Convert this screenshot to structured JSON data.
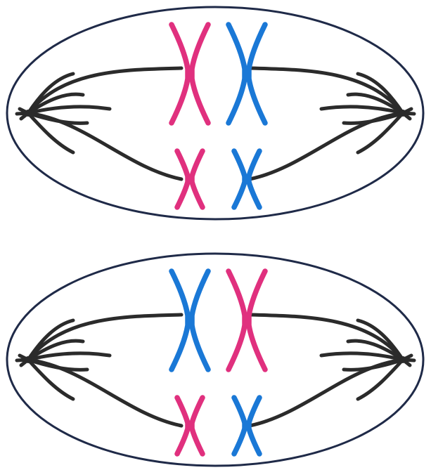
{
  "colors": {
    "background": "#ffffff",
    "cell_outline": "#1f2a48",
    "spindle": "#2b2b2b",
    "chromosome_pink": "#e0307e",
    "chromosome_blue": "#1a78d6"
  },
  "cells": [
    {
      "name": "top-cell",
      "chromosome_pairs": [
        {
          "size": "large",
          "left_color": "pink",
          "right_color": "blue"
        },
        {
          "size": "small",
          "left_color": "pink",
          "right_color": "blue"
        }
      ]
    },
    {
      "name": "bottom-cell",
      "chromosome_pairs": [
        {
          "size": "large",
          "left_color": "blue",
          "right_color": "pink"
        },
        {
          "size": "small",
          "left_color": "pink",
          "right_color": "blue"
        }
      ]
    }
  ]
}
